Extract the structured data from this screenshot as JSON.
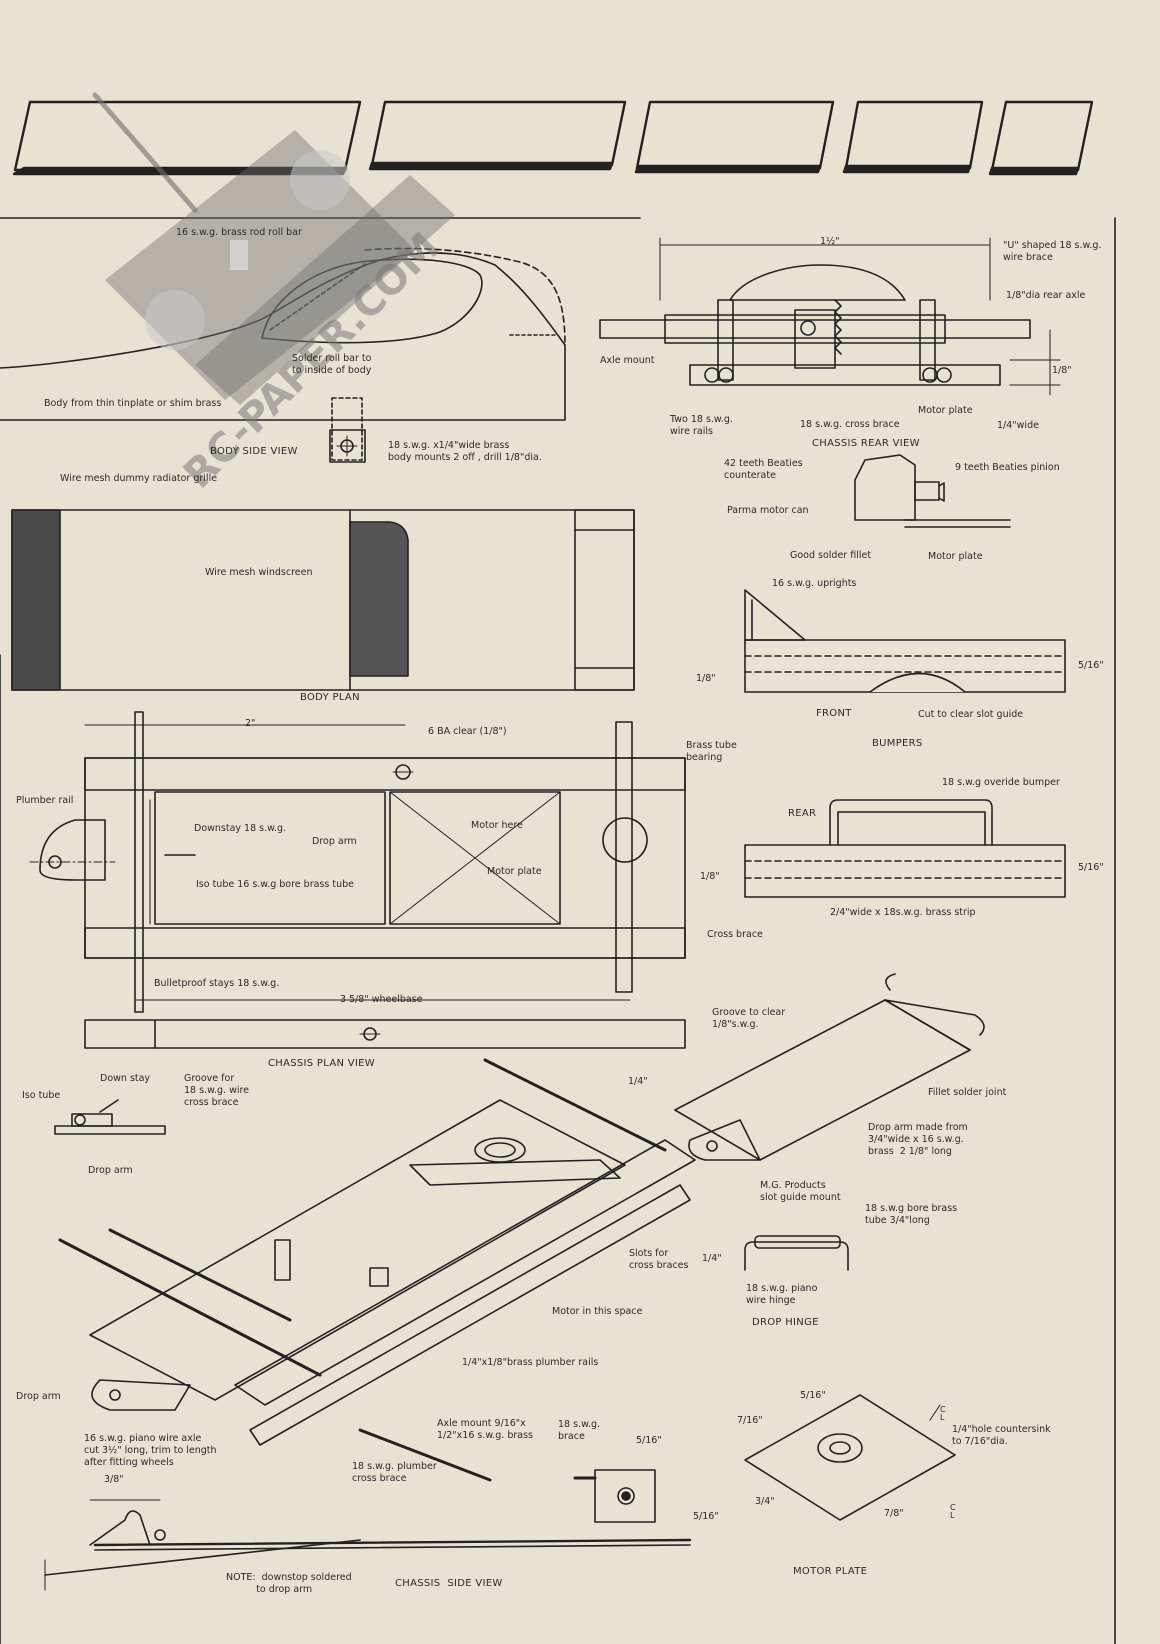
{
  "watermark": {
    "text": "RC-PAPER.COM"
  },
  "colors": {
    "paper": "#e8e2d2",
    "ink": "#222222"
  },
  "body_side_view": {
    "title": "BODY SIDE VIEW",
    "roll_bar": "16 s.w.g. brass rod roll bar",
    "solder_roll_bar": "Solder roll bar to\nto inside of body",
    "body_material": "Body from thin tinplate or shim brass",
    "body_mounts": "18 s.w.g. x1/4\"wide brass\nbody mounts 2 off , drill 1/8\"dia."
  },
  "chassis_rear_view": {
    "title": "CHASSIS REAR VIEW",
    "dim_width": "1½\"",
    "u_brace": "\"U\" shaped 18 s.w.g.\nwire brace",
    "rear_axle": "1/8\"dia rear axle",
    "axle_mount": "Axle mount",
    "dim_eighth": "1/8\"",
    "wire_rails": "Two 18 s.w.g.\nwire rails",
    "cross_brace": "18 s.w.g. cross brace",
    "motor_plate": "Motor plate",
    "quarter_wide": "1/4\"wide",
    "crown": "42 teeth Beaties\ncounterate"
  },
  "motor_detail": {
    "pinion": "9 teeth Beaties pinion",
    "motor_can": "Parma motor can",
    "solder_fillet": "Good solder fillet",
    "motor_plate": "Motor plate"
  },
  "body_plan": {
    "title": "BODY PLAN",
    "radiator": "Wire mesh dummy radiator grille",
    "windscreen": "Wire mesh windscreen"
  },
  "bumpers": {
    "title": "BUMPERS",
    "uprights": "16 s.w.g. uprights",
    "dim_eighth": "1/8\"",
    "dim_5_16": "5/16\"",
    "front": "FRONT",
    "cut_clear": "Cut to clear slot guide",
    "override": "18 s.w.g overide bumper",
    "rear": "REAR",
    "dim_eighth_b": "1/8\"",
    "dim_5_16_b": "5/16\"",
    "strip": "2/4\"wide x 18s.w.g. brass strip"
  },
  "chassis_plan_view": {
    "title": "CHASSIS PLAN VIEW",
    "dim_2": "2\"",
    "ba_clear": "6 BA clear (1/8\")",
    "brass_tube_bearing": "Brass tube\nbearing",
    "plumber_rail": "Plumber rail",
    "downstay": "Downstay 18 s.w.g.",
    "drop_arm": "Drop arm",
    "motor_here": "Motor here",
    "motor_plate": "Motor plate",
    "iso_tube": "Iso tube 16 s.w.g bore brass tube",
    "cross_brace": "Cross brace",
    "bulletproof": "Bulletproof stays 18 s.w.g.",
    "wheelbase": "3 5/8\" wheelbase"
  },
  "iso_detail": {
    "iso_tube": "Iso tube",
    "down_stay": "Down stay",
    "groove": "Groove for\n18 s.w.g. wire\ncross brace",
    "drop_arm": "Drop arm"
  },
  "drop_arm_detail": {
    "groove_clear": "Groove to clear\n1/8\"s.w.g.",
    "dim_quarter": "1/4\"",
    "fillet": "Fillet solder joint",
    "drop_arm_made": "Drop arm made from\n3/4\"wide x 16 s.w.g.\nbrass  2 1/8\" long",
    "mg_products": "M.G. Products\nslot guide mount"
  },
  "drop_hinge": {
    "title": "DROP HINGE",
    "bore_tube": "18 s.w.g bore brass\ntube 3/4\"long",
    "dim_quarter": "1/4\"",
    "piano_wire": "18 s.w.g. piano\nwire hinge"
  },
  "chassis_iso": {
    "slots": "Slots for\ncross braces",
    "motor_space": "Motor in this space",
    "plumber_rails": "1/4\"x1/8\"brass plumber rails",
    "drop_arm": "Drop arm",
    "piano_axle": "16 s.w.g. piano wire axle\ncut 3½\" long, trim to length\nafter fitting wheels",
    "plumber_cross": "18 s.w.g. plumber\ncross brace",
    "axle_mount": "Axle mount 9/16\"x\n1/2\"x16 s.w.g. brass",
    "brace": "18 s.w.g.\nbrace",
    "dim_5_16": "5/16\"",
    "dim_5_16_b": "5/16\""
  },
  "chassis_side_view": {
    "title": "CHASSIS  SIDE VIEW",
    "dim_3_8": "3/8\"",
    "note": "NOTE:  downstop soldered\n          to drop arm"
  },
  "motor_plate": {
    "title": "MOTOR PLATE",
    "dim_5_16": "5/16\"",
    "dim_7_16": "7/16\"",
    "hole": "1/4\"hole countersink\nto 7/16\"dia.",
    "dim_3_4": "3/4\"",
    "dim_7_8": "7/8\"",
    "cl_a": "C\nL",
    "cl_b": "C\nL"
  }
}
